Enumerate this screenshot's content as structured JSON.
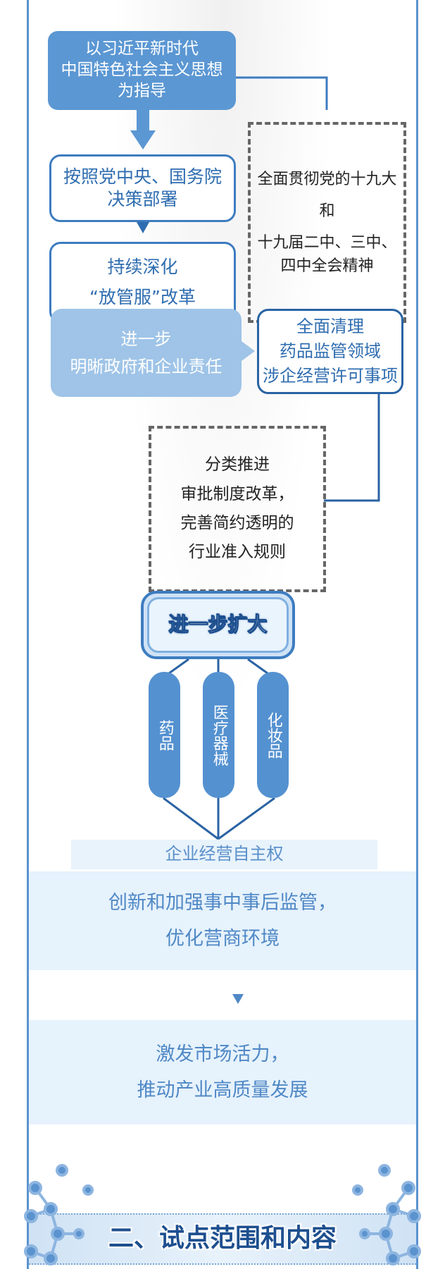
{
  "flow": {
    "guide": [
      "以习近平新时代",
      "中国特色社会主义思想",
      "为指导"
    ],
    "according": [
      "按照党中央、国务院",
      "决策部署"
    ],
    "deepen": [
      "持续深化",
      "“放管服”改革"
    ],
    "spirit": [
      "全面贯彻党的十九大",
      "和",
      "十九届二中、三中、",
      "四中全会精神"
    ],
    "clarify": [
      "进一步",
      "明晰政府和企业责任"
    ],
    "cleanup": [
      "全面清理",
      "药品监管领域",
      "涉企经营许可事项"
    ],
    "classify": [
      "分类推进",
      "审批制度改革，",
      "完善简约透明的",
      "行业准入规则"
    ]
  },
  "expand": {
    "title": "进一步扩大",
    "items": [
      "药品",
      "医疗器械",
      "化妆品"
    ],
    "target": "企业经营自主权"
  },
  "outcomes": [
    [
      "创新和加强事中事后监管，",
      "优化营商环境"
    ],
    [
      "激发市场活力，",
      "推动产业高质量发展"
    ]
  ],
  "section_heading": "二、试点范围和内容",
  "colors": {
    "primary": "#5b97d3",
    "dark": "#2a63a3",
    "light": "#9fc4e7",
    "panel": "#e6f2fc"
  }
}
